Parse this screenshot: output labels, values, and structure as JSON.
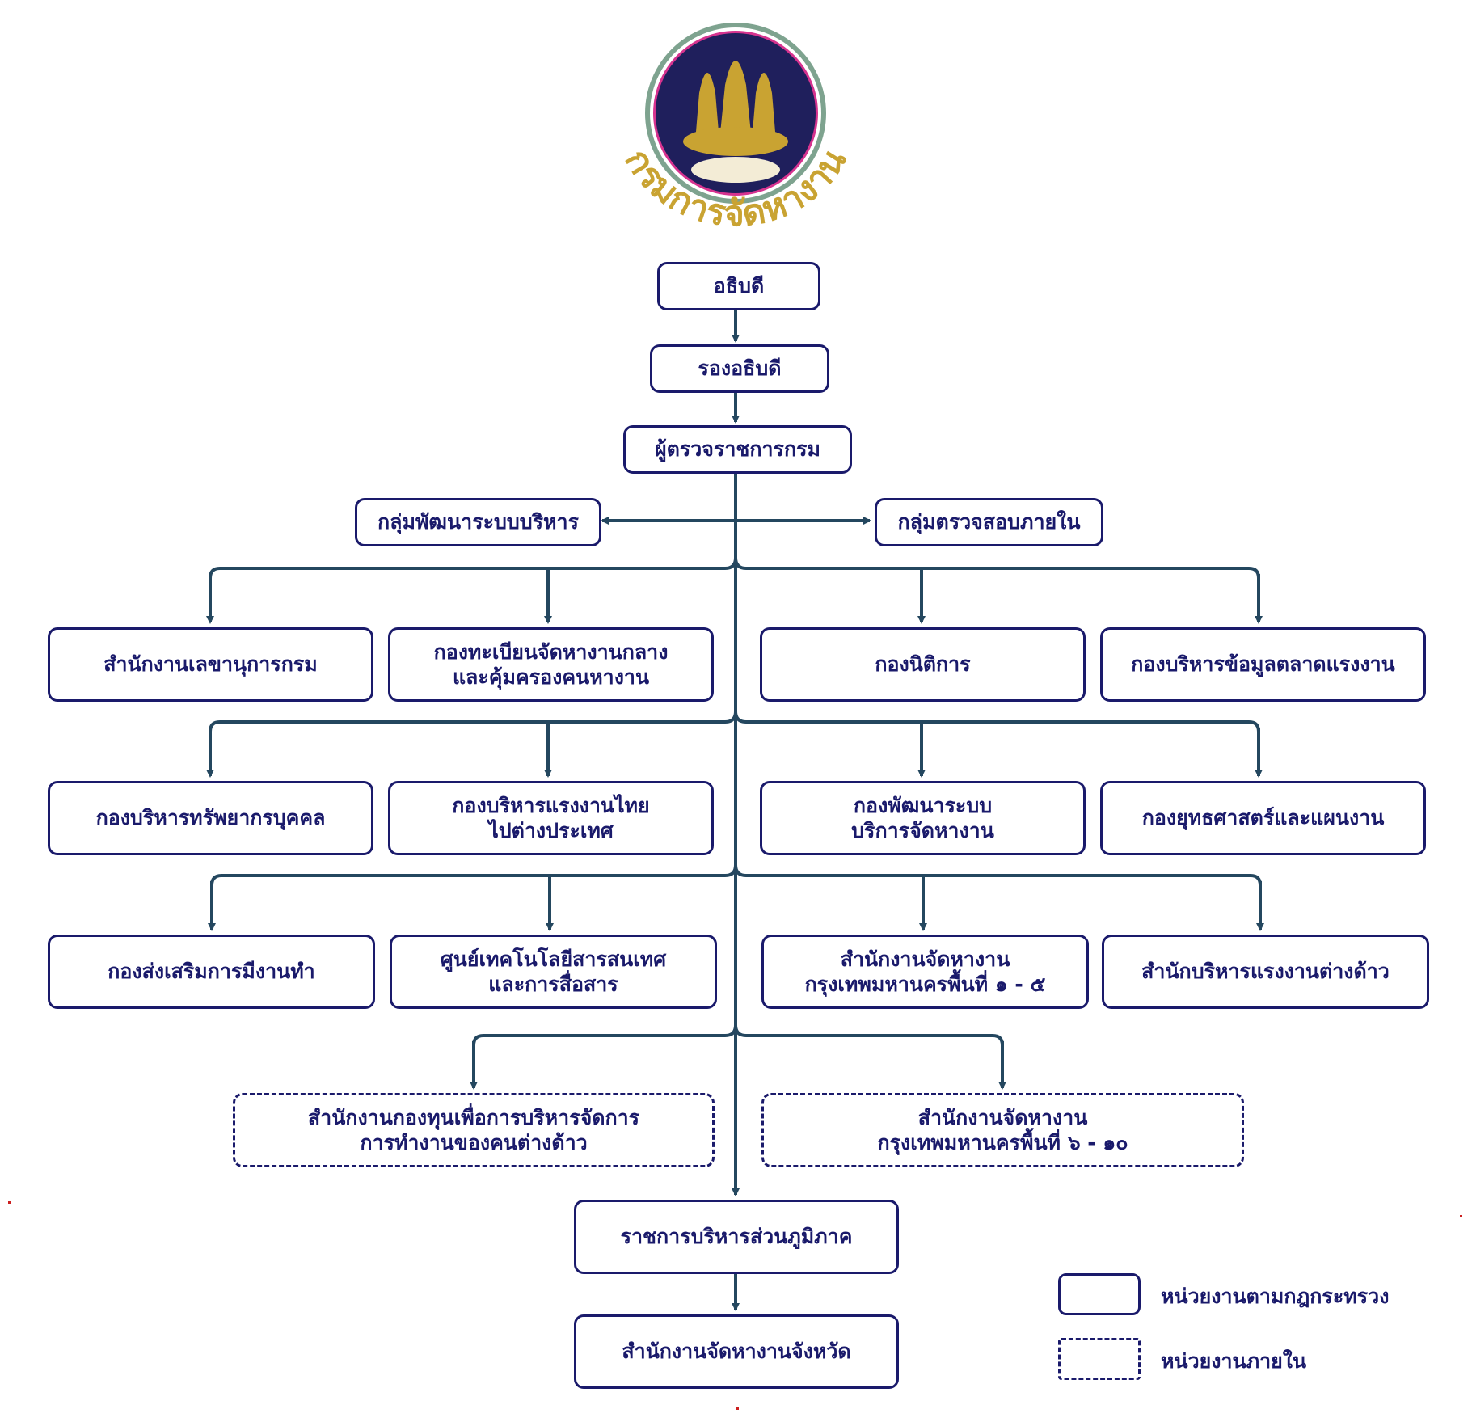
{
  "logo": {
    "name": "department-of-employment-emblem",
    "text": "กรมการจัดหางาน",
    "colors": {
      "navy": "#1f1f5c",
      "gold": "#c9a332",
      "ring_outer": "#7ea38f",
      "ring_inner": "#d6338f"
    }
  },
  "colors": {
    "box_border": "#1a1a6b",
    "text": "#1a1a6b",
    "connector": "#24475f"
  },
  "chain": {
    "director_general": "อธิบดี",
    "deputy_director_general": "รองอธิบดี",
    "inspector_general": "ผู้ตรวจราชการกรม"
  },
  "staff_units": {
    "left": "กลุ่มพัฒนาระบบบริหาร",
    "right": "กลุ่มตรวจสอบภายใน"
  },
  "rows": [
    [
      {
        "lines": [
          "สำนักงานเลขานุการกรม"
        ],
        "type": "ministerial"
      },
      {
        "lines": [
          "กองทะเบียนจัดหางานกลาง",
          "และคุ้มครองคนหางาน"
        ],
        "type": "ministerial"
      },
      {
        "lines": [
          "กองนิติการ"
        ],
        "type": "ministerial"
      },
      {
        "lines": [
          "กองบริหารข้อมูลตลาดแรงงาน"
        ],
        "type": "ministerial"
      }
    ],
    [
      {
        "lines": [
          "กองบริหารทรัพยากรบุคคล"
        ],
        "type": "ministerial"
      },
      {
        "lines": [
          "กองบริหารแรงงานไทย",
          "ไปต่างประเทศ"
        ],
        "type": "ministerial"
      },
      {
        "lines": [
          "กองพัฒนาระบบ",
          "บริการจัดหางาน"
        ],
        "type": "ministerial"
      },
      {
        "lines": [
          "กองยุทธศาสตร์และแผนงาน"
        ],
        "type": "ministerial"
      }
    ],
    [
      {
        "lines": [
          "กองส่งเสริมการมีงานทำ"
        ],
        "type": "ministerial"
      },
      {
        "lines": [
          "ศูนย์เทคโนโลยีสารสนเทศ",
          "และการสื่อสาร"
        ],
        "type": "ministerial"
      },
      {
        "lines": [
          "สำนักงานจัดหางาน",
          "กรุงเทพมหานครพื้นที่ ๑ - ๕"
        ],
        "type": "ministerial"
      },
      {
        "lines": [
          "สำนักบริหารแรงงานต่างด้าว"
        ],
        "type": "ministerial"
      }
    ]
  ],
  "internal_units": [
    {
      "lines": [
        "สำนักงานกองทุนเพื่อการบริหารจัดการ",
        "การทำงานของคนต่างด้าว"
      ],
      "type": "internal"
    },
    {
      "lines": [
        "สำนักงานจัดหางาน",
        "กรุงเทพมหานครพื้นที่ ๖ - ๑๐"
      ],
      "type": "internal"
    }
  ],
  "regional": {
    "regional_administration": "ราชการบริหารส่วนภูมิภาค",
    "provincial_office": "สำนักงานจัดหางานจังหวัด"
  },
  "legend": {
    "solid": "หน่วยงานตามกฎกระทรวง",
    "dashed": "หน่วยงานภายใน"
  }
}
